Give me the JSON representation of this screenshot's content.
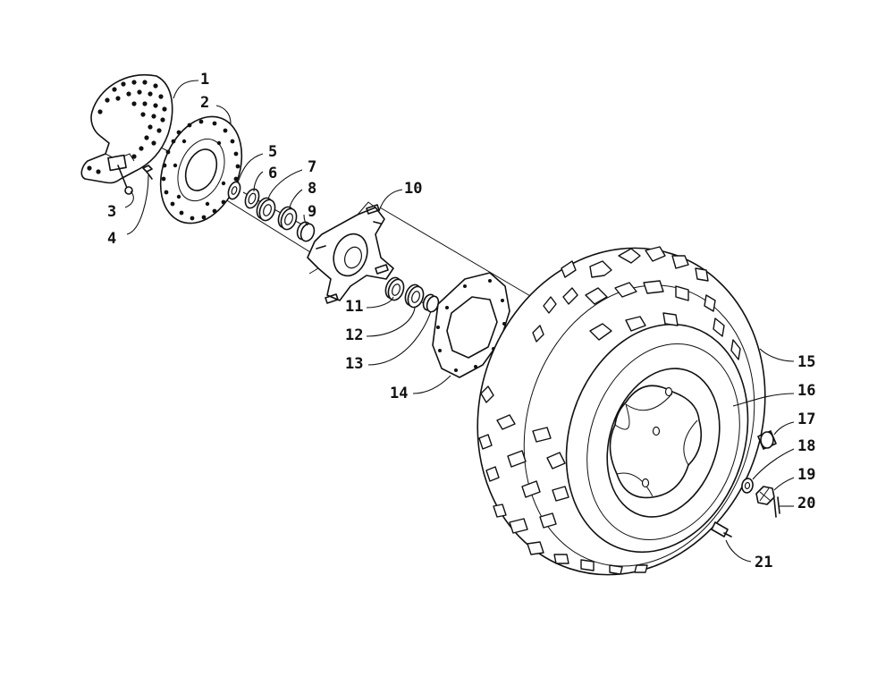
{
  "callouts": [
    {
      "id": "1",
      "part": "brake-disc-guard"
    },
    {
      "id": "2",
      "part": "brake-disc"
    },
    {
      "id": "3",
      "part": "screw"
    },
    {
      "id": "4",
      "part": "screw"
    },
    {
      "id": "5",
      "part": "washer"
    },
    {
      "id": "6",
      "part": "seal"
    },
    {
      "id": "7",
      "part": "bearing"
    },
    {
      "id": "8",
      "part": "bearing"
    },
    {
      "id": "9",
      "part": "spacer"
    },
    {
      "id": "10",
      "part": "wheel-hub"
    },
    {
      "id": "11",
      "part": "bearing"
    },
    {
      "id": "12",
      "part": "seal"
    },
    {
      "id": "13",
      "part": "spacer"
    },
    {
      "id": "14",
      "part": "hub-cover-plate"
    },
    {
      "id": "15",
      "part": "tire"
    },
    {
      "id": "16",
      "part": "wheel-rim"
    },
    {
      "id": "17",
      "part": "lug-nut"
    },
    {
      "id": "18",
      "part": "washer"
    },
    {
      "id": "19",
      "part": "castle-nut"
    },
    {
      "id": "20",
      "part": "cotter-pin"
    },
    {
      "id": "21",
      "part": "valve-stem"
    }
  ]
}
